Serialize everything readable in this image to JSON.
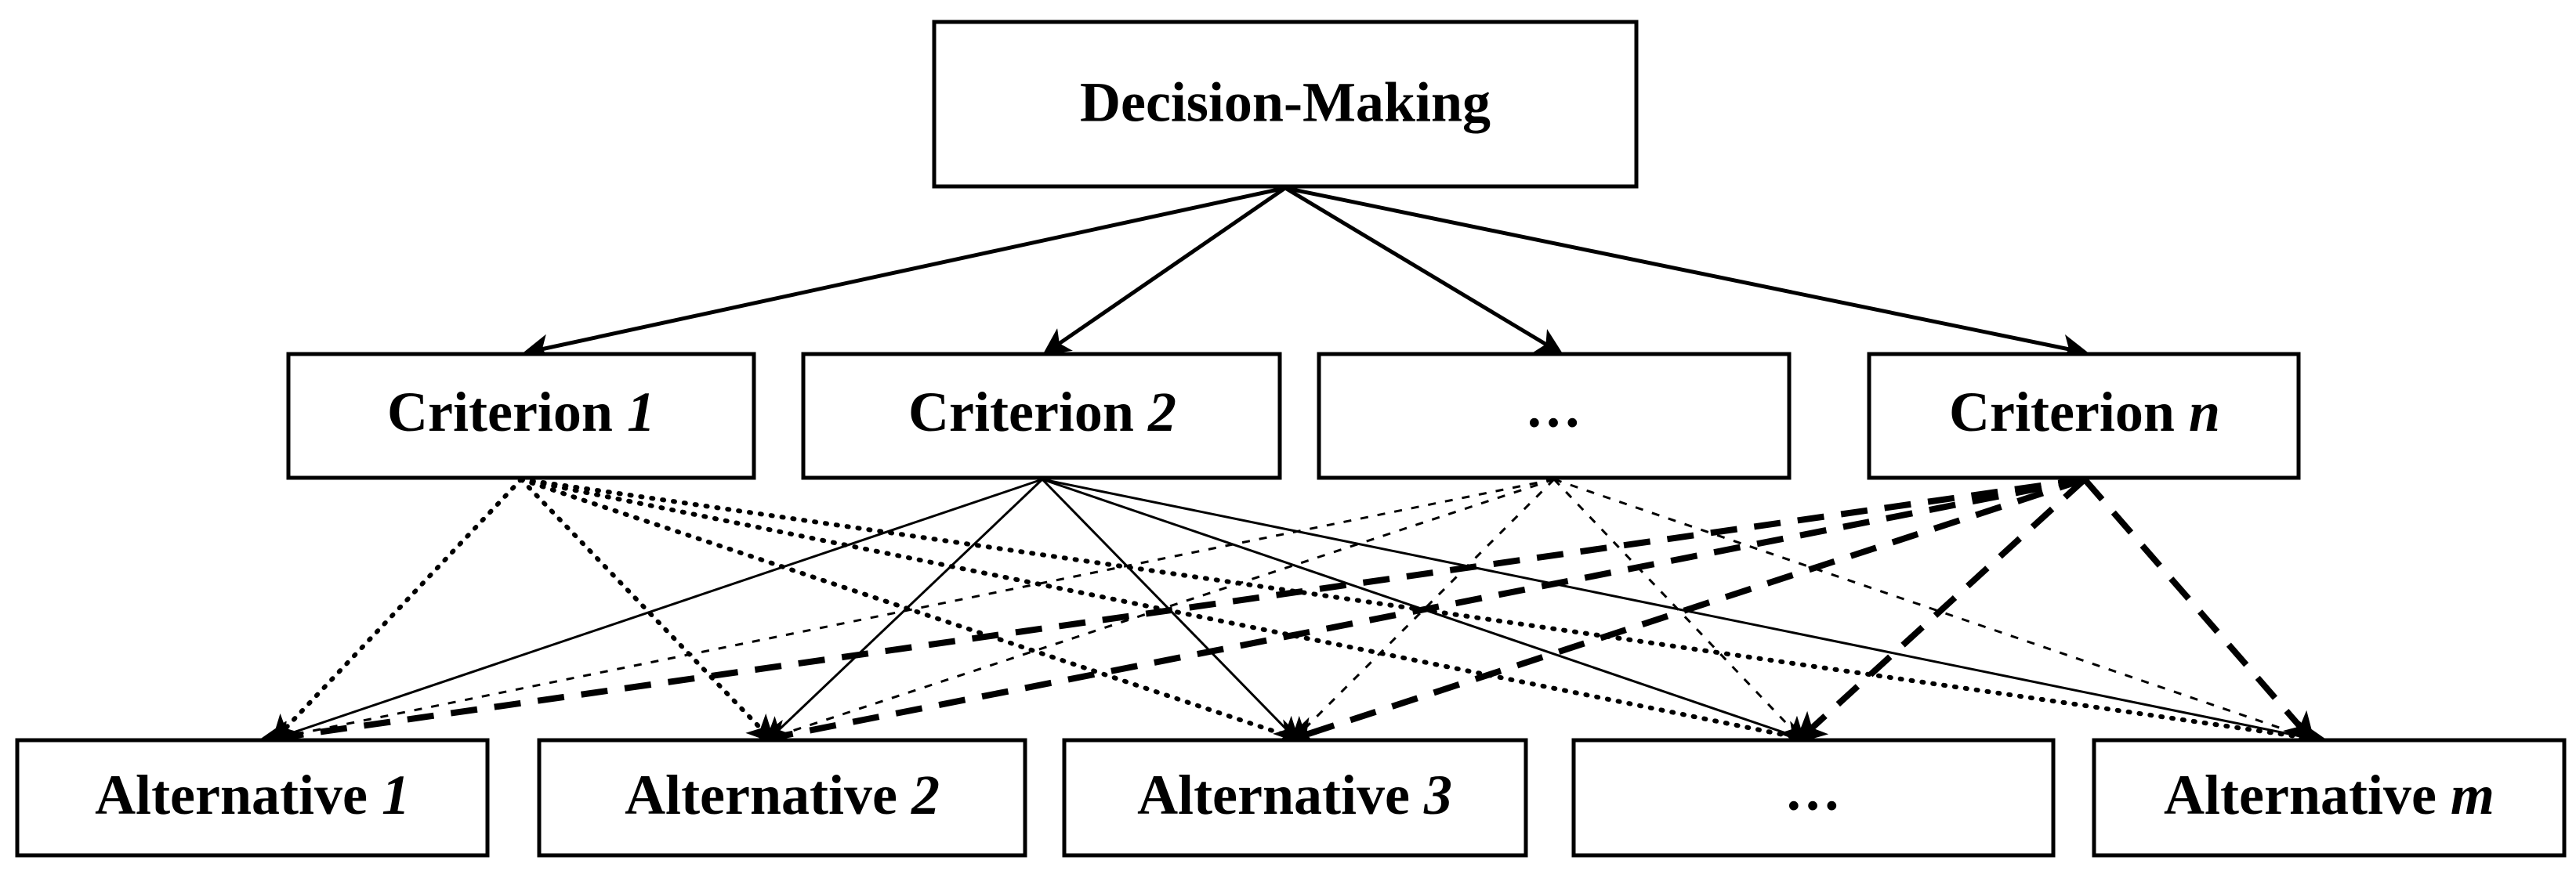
{
  "diagram": {
    "title": "Decision-Making hierarchy",
    "type": "hierarchy-tree",
    "background_color": "#ffffff",
    "stroke_color": "#000000",
    "levels": [
      {
        "level": 1,
        "name": "goal",
        "nodes": [
          {
            "id": "goal",
            "label": "Decision-Making"
          }
        ]
      },
      {
        "level": 2,
        "name": "criteria",
        "nodes": [
          {
            "id": "c1",
            "label": "Criterion 1",
            "label_prefix": "Criterion ",
            "label_var": "1",
            "line_style": "thick-dotted"
          },
          {
            "id": "c2",
            "label": "Criterion 2",
            "label_prefix": "Criterion ",
            "label_var": "2",
            "line_style": "thin-solid"
          },
          {
            "id": "cdots",
            "label": "…",
            "line_style": "fine-dashed"
          },
          {
            "id": "cn",
            "label": "Criterion n",
            "label_prefix": "Criterion ",
            "label_var": "n",
            "line_style": "bold-dashed"
          }
        ]
      },
      {
        "level": 3,
        "name": "alternatives",
        "nodes": [
          {
            "id": "a1",
            "label": "Alternative 1",
            "label_prefix": "Alternative ",
            "label_var": "1"
          },
          {
            "id": "a2",
            "label": "Alternative 2",
            "label_prefix": "Alternative ",
            "label_var": "2"
          },
          {
            "id": "a3",
            "label": "Alternative 3",
            "label_prefix": "Alternative ",
            "label_var": "3"
          },
          {
            "id": "adots",
            "label": "…"
          },
          {
            "id": "am",
            "label": "Alternative m",
            "label_prefix": "Alternative ",
            "label_var": "m"
          }
        ]
      }
    ],
    "goal": {
      "label": "Decision-Making"
    },
    "criteria": {
      "c1_label_prefix": "Criterion ",
      "c1_label_var": "1",
      "c2_label_prefix": "Criterion ",
      "c2_label_var": "2",
      "cdots_label": "…",
      "cn_label_prefix": "Criterion ",
      "cn_label_var": "n"
    },
    "alternatives": {
      "a1_label_prefix": "Alternative ",
      "a1_label_var": "1",
      "a2_label_prefix": "Alternative ",
      "a2_label_var": "2",
      "a3_label_prefix": "Alternative ",
      "a3_label_var": "3",
      "adots_label": "…",
      "am_label_prefix": "Alternative ",
      "am_label_var": "m"
    },
    "edges": {
      "goal_to_criteria": {
        "count": 4,
        "style": "solid",
        "arrowheads": true
      },
      "criteria_to_alternatives": {
        "count": 20,
        "arrowheads": true,
        "note": "each criterion connects to every alternative"
      }
    }
  }
}
